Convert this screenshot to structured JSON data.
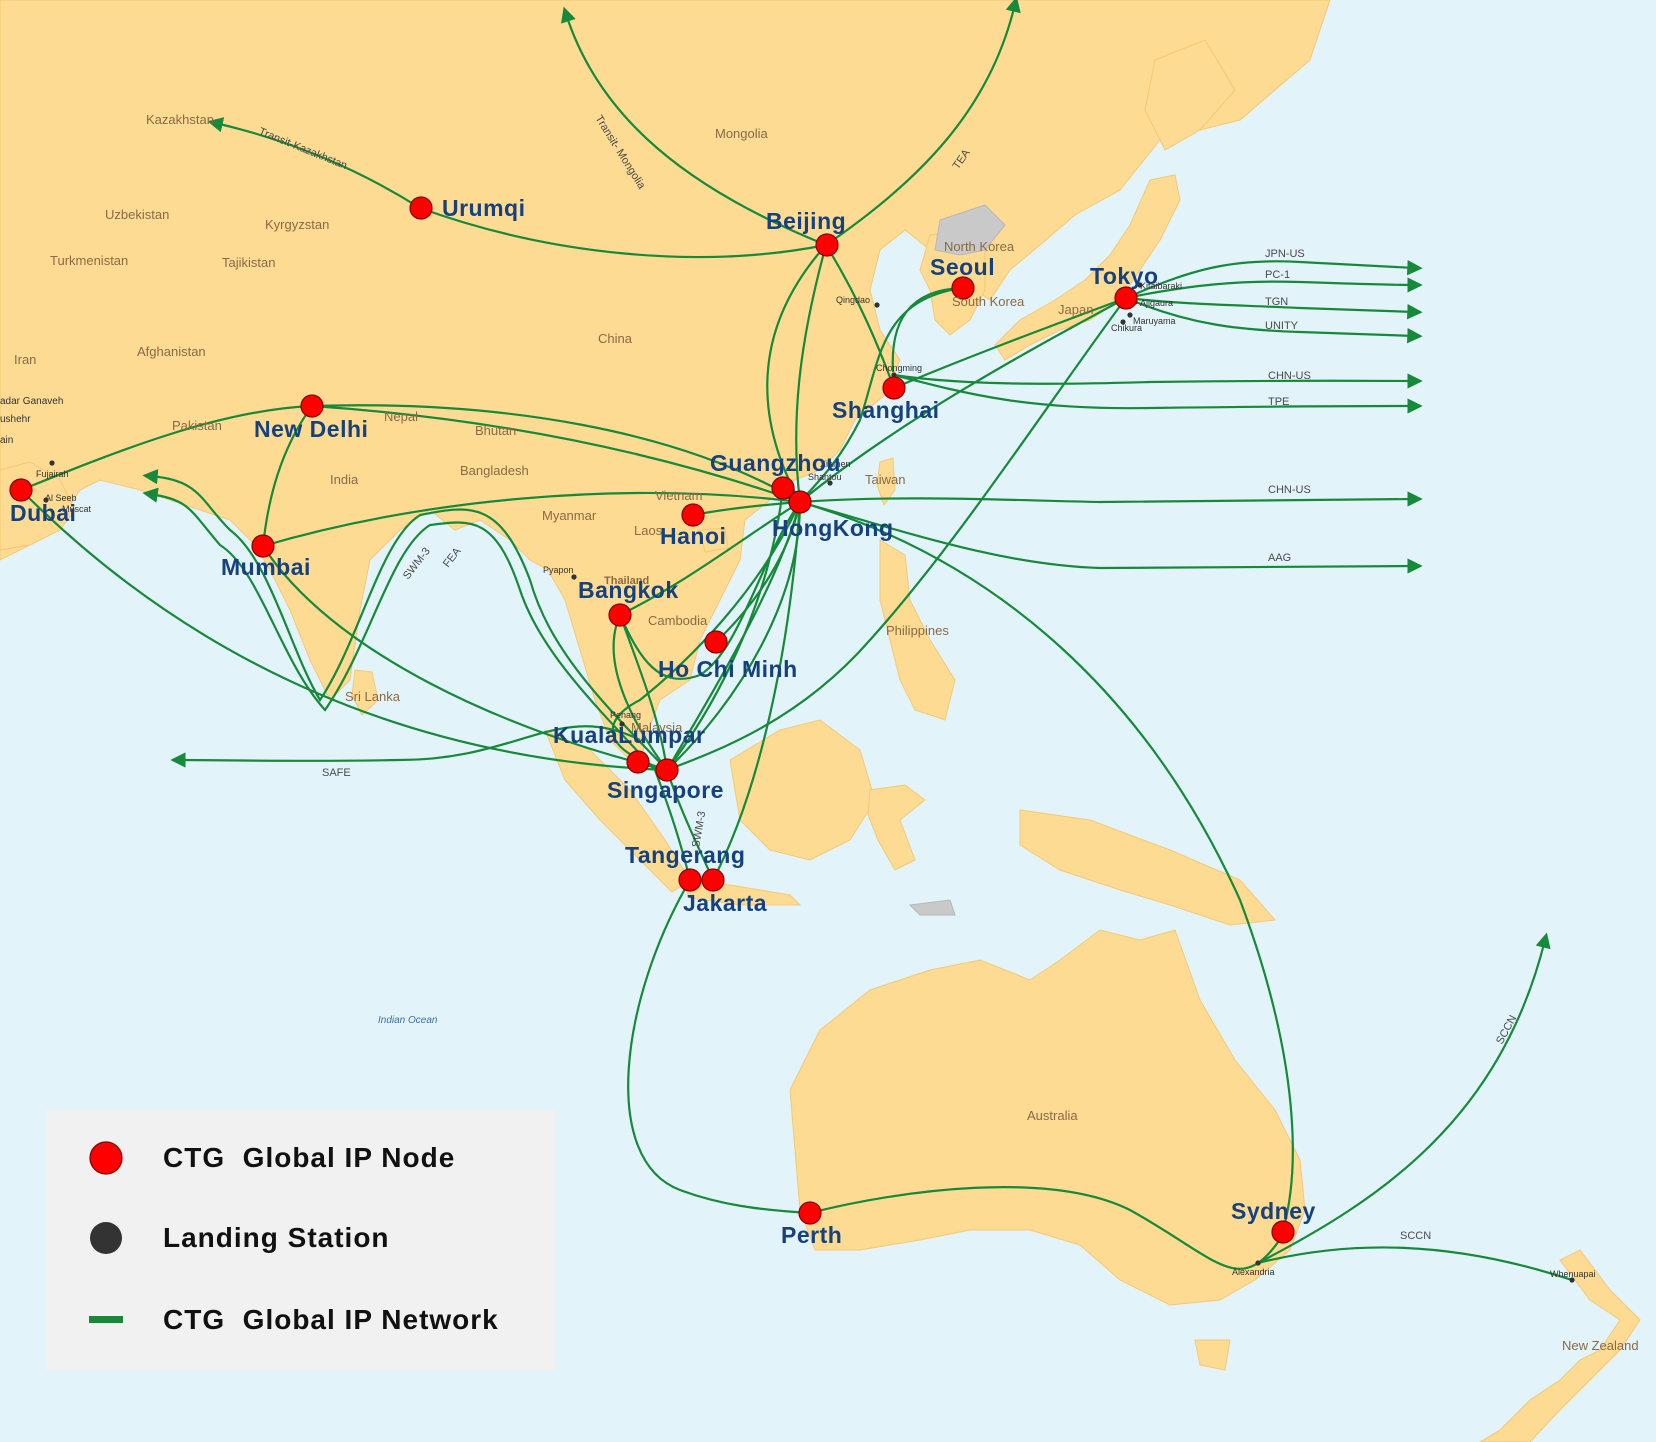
{
  "nodes": [
    {
      "name": "Urumqi"
    },
    {
      "name": "Beijing"
    },
    {
      "name": "Seoul"
    },
    {
      "name": "Tokyo"
    },
    {
      "name": "Shanghai"
    },
    {
      "name": "New Delhi"
    },
    {
      "name": "Guangzhou"
    },
    {
      "name": "HongKong"
    },
    {
      "name": "Hanoi"
    },
    {
      "name": "Dubai"
    },
    {
      "name": "Mumbai"
    },
    {
      "name": "Bangkok"
    },
    {
      "name": "Ho Chi Minh"
    },
    {
      "name": "KualaLumpar"
    },
    {
      "name": "Singapore"
    },
    {
      "name": "Tangerang"
    },
    {
      "name": "Jakarta"
    },
    {
      "name": "Perth"
    },
    {
      "name": "Sydney"
    }
  ],
  "countries": [
    "Kazakhstan",
    "Mongolia",
    "Uzbekistan",
    "Kyrgyzstan",
    "Turkmenistan",
    "Tajikistan",
    "Afghanistan",
    "Iran",
    "China",
    "Pakistan",
    "Nepal",
    "Bhutan",
    "India",
    "Bangladesh",
    "Myanmar",
    "Vietnam",
    "Laos",
    "Thailand",
    "Cambodia",
    "Philippines",
    "Malaysia",
    "Sri Lanka",
    "North Korea",
    "South Korea",
    "Japan",
    "Taiwan",
    "Australia",
    "New Zealand"
  ],
  "ocean_labels": [
    "Indian Ocean"
  ],
  "cables": [
    "Transit-Kazakhstan",
    "Transit- Mongolia",
    "TEA",
    "JPN-US",
    "PC-1",
    "TGN",
    "UNITY",
    "CHN-US",
    "TPE",
    "CHN-US",
    "AAG",
    "SWM-3",
    "FEA",
    "SAFE",
    "SWM-3",
    "SCCN",
    "SCCN"
  ],
  "stations": [
    "Qingdao",
    "Chongming",
    "Shantou",
    "Xiamen",
    "Kitaibaraki",
    "Ajigaura",
    "Maruyama",
    "Chikura",
    "Fujairah",
    "Al Seeb",
    "Muscat",
    "Pyapon",
    "Penang",
    "Alexandria",
    "Whenuapai"
  ],
  "edge_labels": [
    "adar Ganaveh",
    "ushehr",
    "ain"
  ],
  "legend": {
    "node_label": "CTG  Global IP Node",
    "station_label": "Landing Station",
    "network_label": "CTG  Global IP Network"
  },
  "colors": {
    "ocean": "#e3f3fa",
    "land": "#fddb93",
    "route": "#16893a",
    "node": "#ff0000",
    "label": "#15417e"
  }
}
